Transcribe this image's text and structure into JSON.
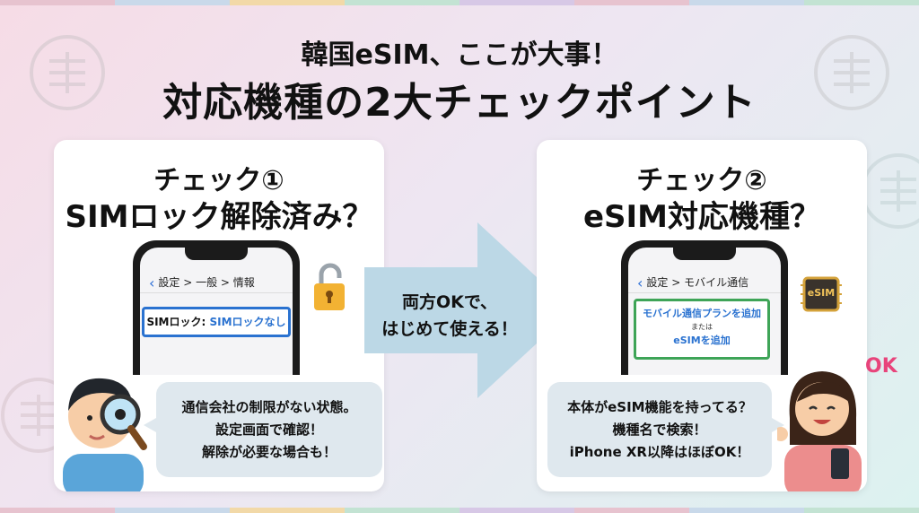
{
  "colors": {
    "accent_blue": "#2a72d0",
    "accent_green": "#3ea457",
    "ok_pink": "#e8447b",
    "arrow": "#bcd8e6"
  },
  "header": {
    "title_line1": "韓国eSIM、ここが大事！",
    "title_line2": "対応機種の2大チェックポイント"
  },
  "left_card": {
    "check_label": "チェック①",
    "question": "SIMロック解除済み？",
    "phone": {
      "breadcrumb": "設定 > 一般 > 情報",
      "sim_lock_label": "SIMロック: ",
      "sim_lock_value": "SIMロックなし"
    },
    "side_icon": "unlocked-padlock-icon",
    "bubble_lines": [
      "通信会社の制限がない状態。",
      "設定画面で確認！",
      "解除が必要な場合も！"
    ]
  },
  "arrow": {
    "lines": [
      "両方OKで、",
      "はじめて使える！"
    ]
  },
  "right_card": {
    "check_label": "チェック②",
    "question": "eSIM対応機種？",
    "phone": {
      "breadcrumb": "設定 > モバイル通信",
      "option_a": "モバイル通信プランを追加",
      "or": "または",
      "option_b": "eSIMを追加"
    },
    "chip_label": "eSIM",
    "bubble_lines": [
      "本体がeSIM機能を持ってる？",
      "機種名で検索！",
      "iPhone XR以降はほぼOK！"
    ],
    "ok_label": "OK"
  }
}
